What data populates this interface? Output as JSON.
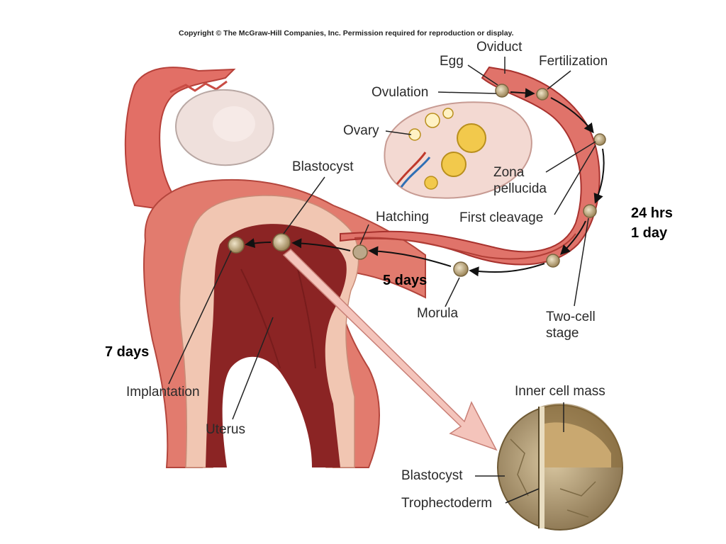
{
  "copyright": "Copyright © The McGraw-Hill Companies, Inc. Permission required for reproduction or display.",
  "labels": {
    "oviduct": "Oviduct",
    "egg": "Egg",
    "fertilization": "Fertilization",
    "ovulation": "Ovulation",
    "ovary": "Ovary",
    "blastocyst_top": "Blastocyst",
    "zona1": "Zona",
    "zona2": "pellucida",
    "hatching": "Hatching",
    "first_cleavage": "First cleavage",
    "morula": "Morula",
    "two_cell1": "Two-cell",
    "two_cell2": "stage",
    "implantation": "Implantation",
    "uterus": "Uterus",
    "inner_cell_mass": "Inner cell mass",
    "blastocyst_bottom": "Blastocyst",
    "trophectoderm": "Trophectoderm"
  },
  "annotations": {
    "hrs24": "24 hrs",
    "day1": "1 day",
    "days5": "5 days",
    "days7": "7 days"
  },
  "colors": {
    "tissue": "#e0736a",
    "tissue_dark": "#a8322e",
    "lining": "#f2c4b2",
    "cavity": "#8a2222",
    "ovary": "#f3d9d2",
    "embryo": "#d9c7a3"
  }
}
